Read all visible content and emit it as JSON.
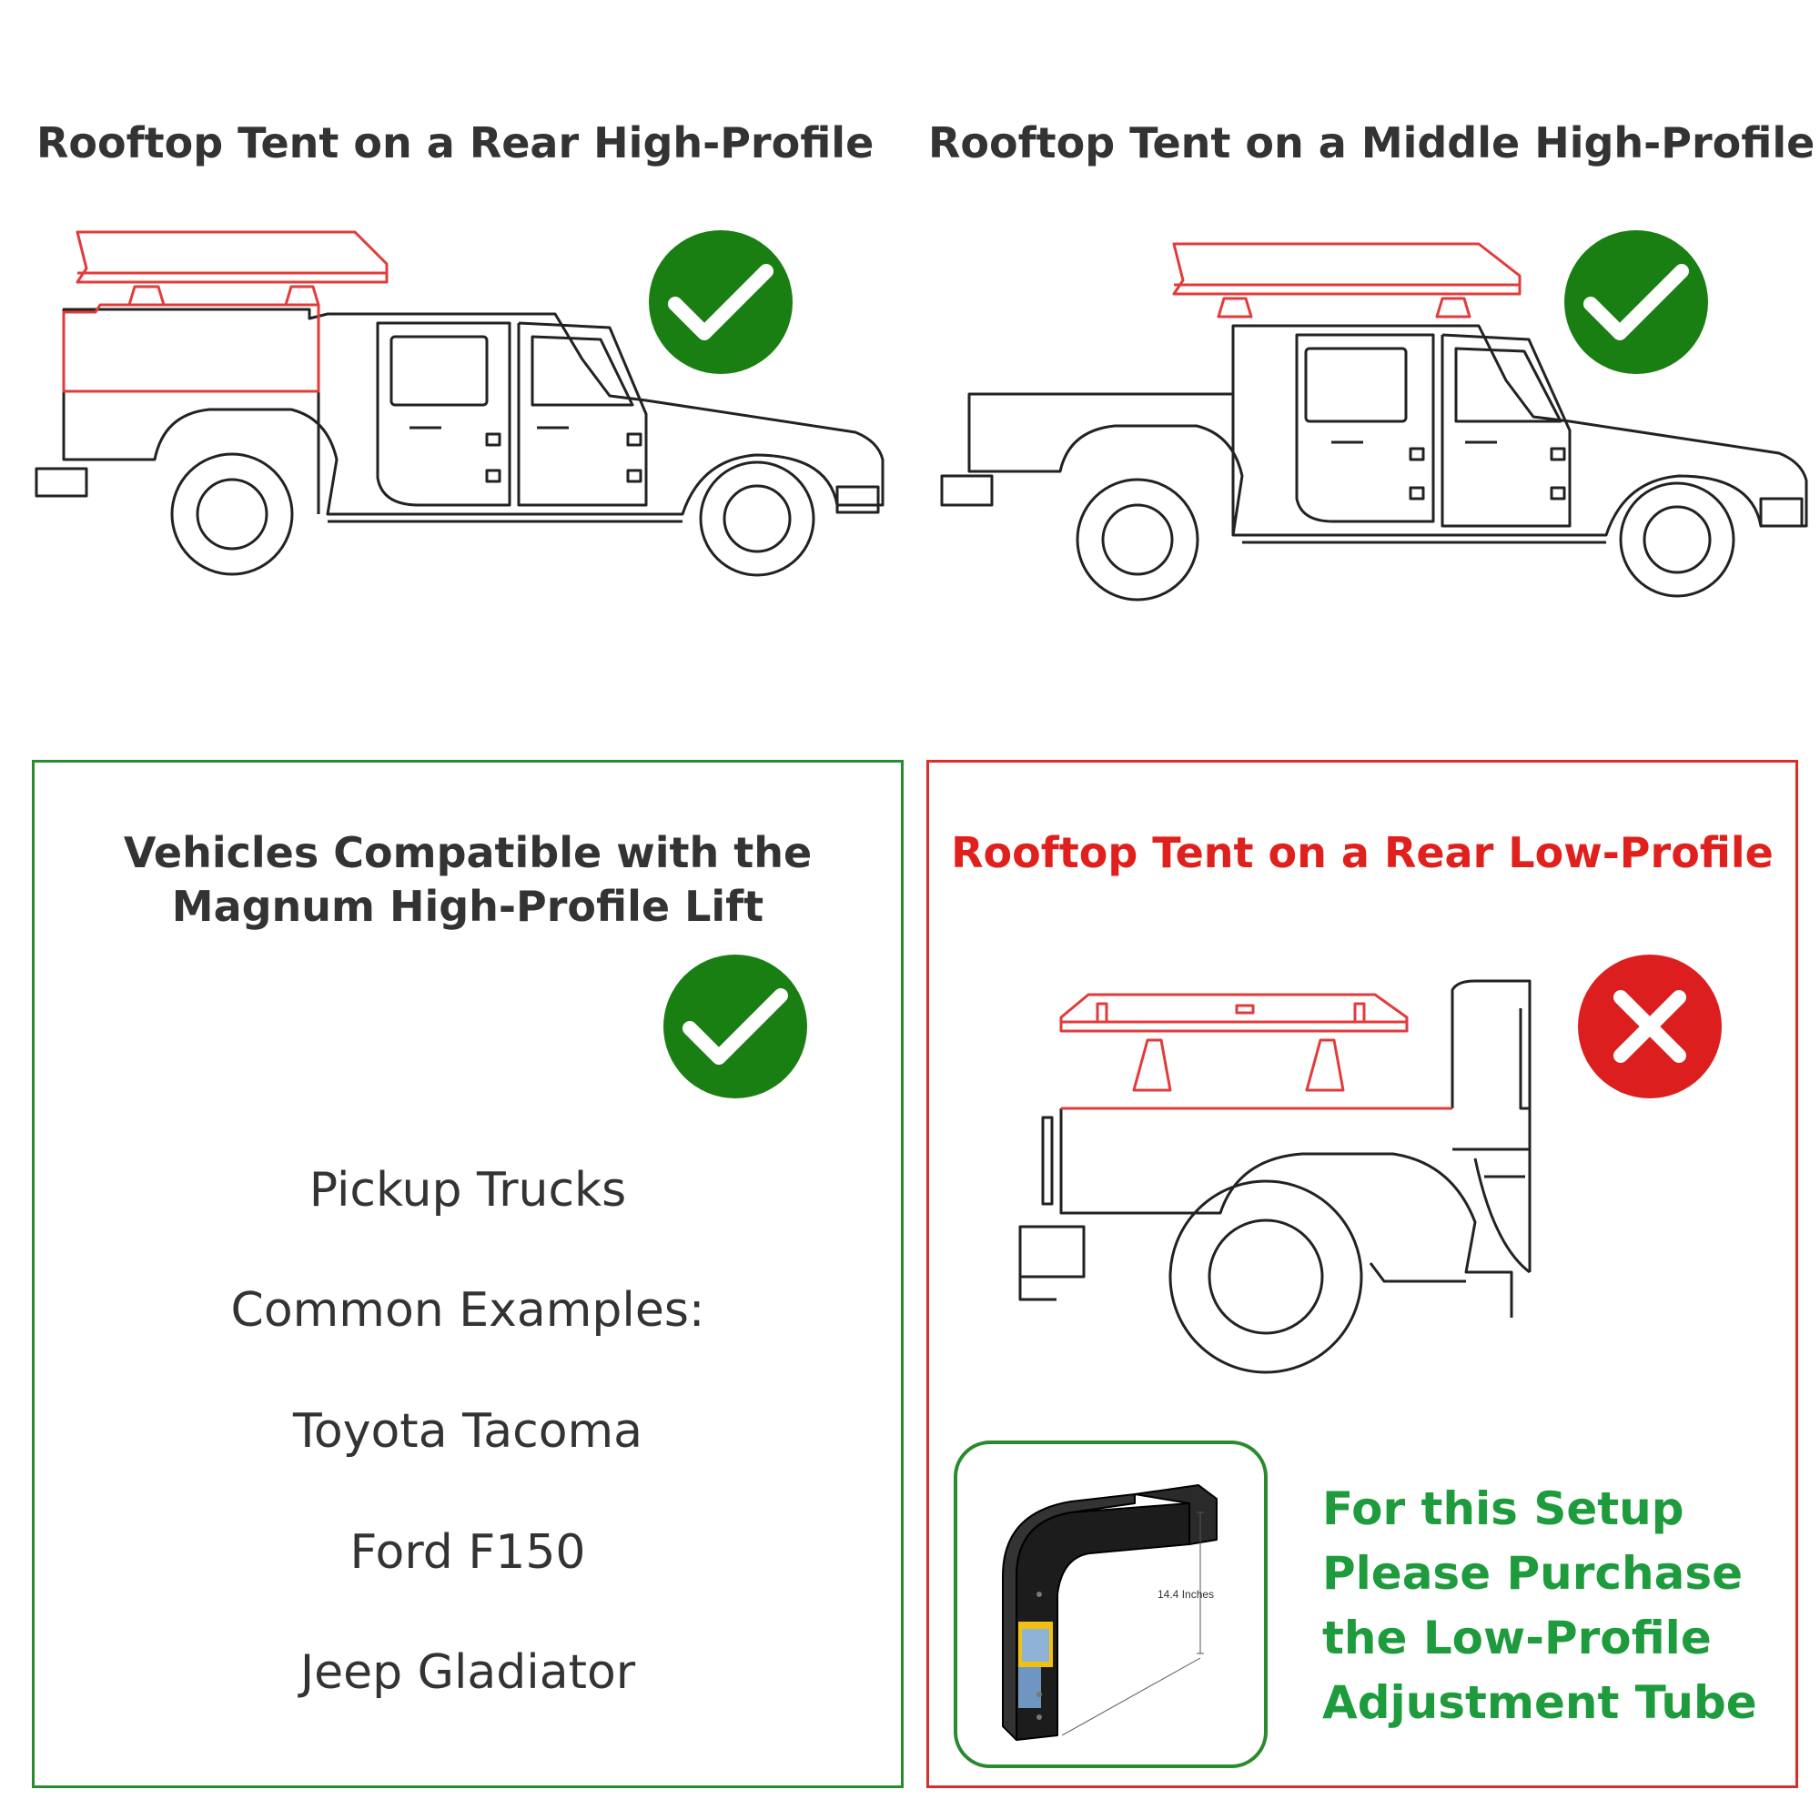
{
  "colors": {
    "tent": "#e23b3b",
    "check_badge": "#1a7f12",
    "cross_badge": "#dd1e1e",
    "compatible_border": "#2a8a2e",
    "incompatible_border": "#d6302b",
    "red_heading": "#e0201c",
    "advice_text": "#1e9b3c"
  },
  "top_left": {
    "title": "Rooftop Tent on a Rear High-Profile",
    "status": "check-icon"
  },
  "top_right": {
    "title": "Rooftop Tent on a Middle High-Profile",
    "status": "check-icon"
  },
  "compatible_panel": {
    "heading_line1": "Vehicles Compatible with the",
    "heading_line2": "Magnum High-Profile Lift",
    "status": "check-icon",
    "items": [
      "Pickup Trucks",
      "Common Examples:",
      "Toyota Tacoma",
      "Ford F150",
      "Jeep Gladiator"
    ]
  },
  "incompatible_panel": {
    "heading": "Rooftop Tent on a Rear Low-Profile",
    "status": "cross-icon",
    "product_dimension_label": "14.4 Inches",
    "advice_lines": [
      "For this Setup",
      "Please Purchase",
      "the Low-Profile",
      "Adjustment Tube"
    ]
  }
}
